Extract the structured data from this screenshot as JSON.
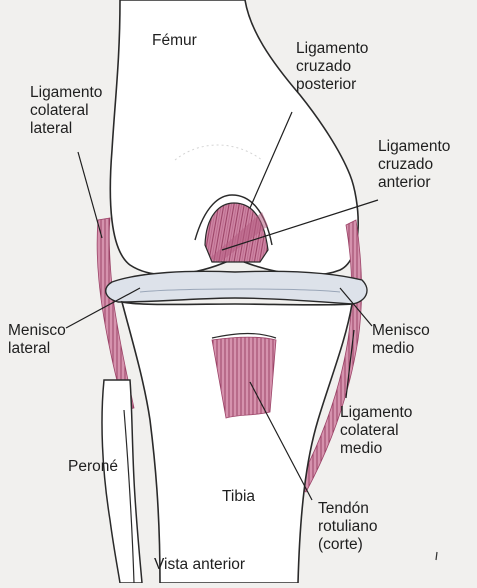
{
  "diagram": {
    "colors": {
      "background": "#f1f0ee",
      "outline": "#2a2a2a",
      "ligament": "#c77a9a",
      "ligament_fiber": "#9c4468",
      "meniscus": "#dde2ea",
      "bone": "#ffffff"
    },
    "labels": {
      "femur": "Fémur",
      "lcp": [
        "Ligamento",
        "cruzado",
        "posterior"
      ],
      "lcl": [
        "Ligamento",
        "colateral",
        "lateral"
      ],
      "lca": [
        "Ligamento",
        "cruzado",
        "anterior"
      ],
      "menisco_lateral": [
        "Menisco",
        "lateral"
      ],
      "menisco_medio": [
        "Menisco",
        "medio"
      ],
      "lcm": [
        "Ligamento",
        "colateral",
        "medio"
      ],
      "perone": "Peroné",
      "tibia": "Tibia",
      "tendon": [
        "Tendón",
        "rotuliano",
        "(corte)"
      ],
      "caption": "Vista anterior"
    }
  }
}
